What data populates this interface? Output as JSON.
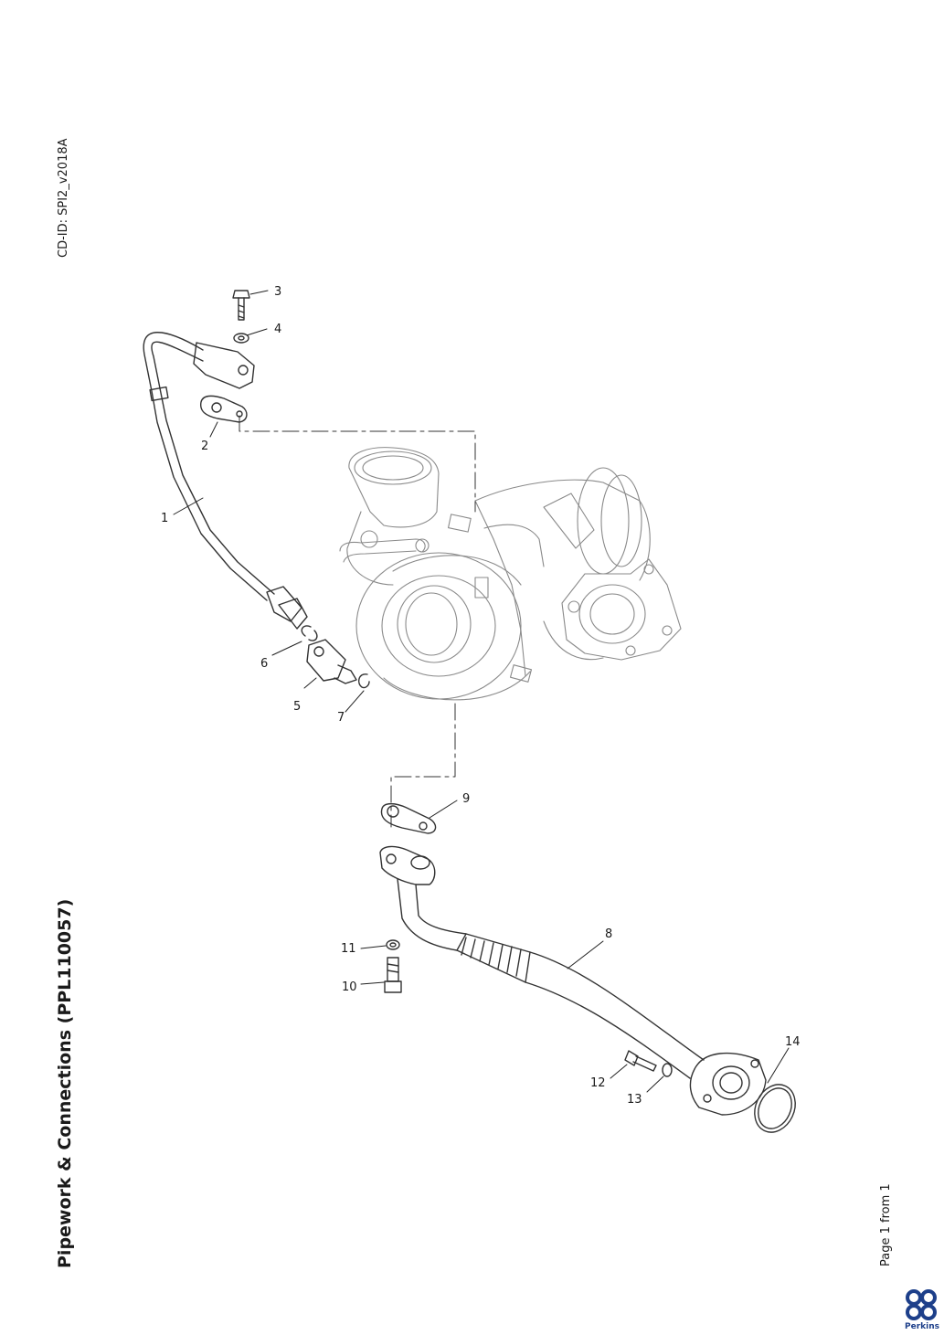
{
  "document": {
    "title": "Pipework & Connections (PPL110057)",
    "cd_id": "CD-ID: SPI2_v2018A",
    "page_label": "Page 1 from 1",
    "brand": "Perkins",
    "brand_color": "#1d3f8a"
  },
  "callouts": [
    "1",
    "2",
    "3",
    "4",
    "5",
    "6",
    "7",
    "8",
    "9",
    "10",
    "11",
    "12",
    "13",
    "14"
  ]
}
